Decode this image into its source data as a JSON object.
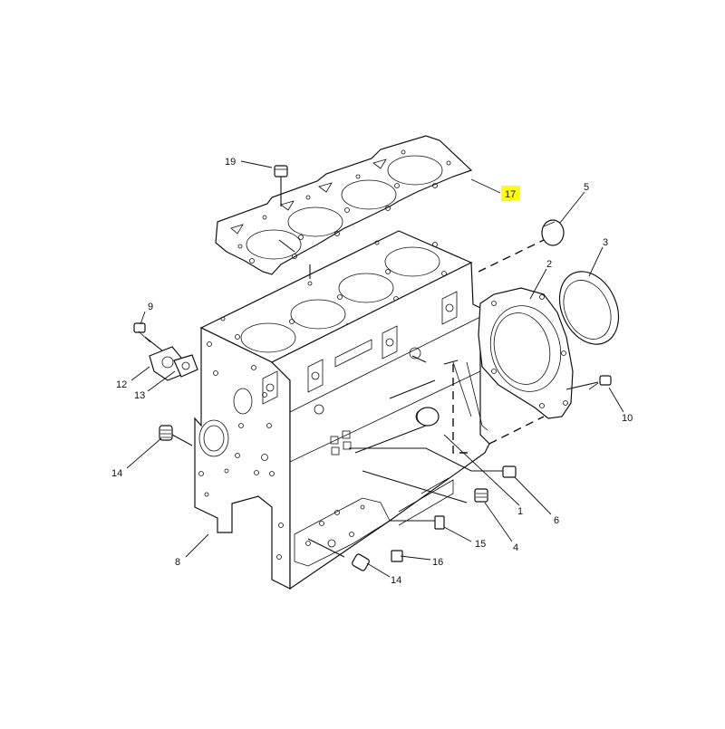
{
  "diagram": {
    "highlight_color": "#ffff00",
    "callouts": [
      {
        "id": "c19",
        "label": "19"
      },
      {
        "id": "c17",
        "label": "17",
        "highlighted": true
      },
      {
        "id": "c5",
        "label": "5"
      },
      {
        "id": "c3",
        "label": "3"
      },
      {
        "id": "c2",
        "label": "2"
      },
      {
        "id": "c9",
        "label": "9"
      },
      {
        "id": "c12",
        "label": "12"
      },
      {
        "id": "c13",
        "label": "13"
      },
      {
        "id": "c10",
        "label": "10"
      },
      {
        "id": "c14a",
        "label": "14"
      },
      {
        "id": "c6",
        "label": "6"
      },
      {
        "id": "c1",
        "label": "1"
      },
      {
        "id": "c8",
        "label": "8"
      },
      {
        "id": "c4",
        "label": "4"
      },
      {
        "id": "c15",
        "label": "15"
      },
      {
        "id": "c16",
        "label": "16"
      },
      {
        "id": "c14b",
        "label": "14"
      }
    ]
  }
}
